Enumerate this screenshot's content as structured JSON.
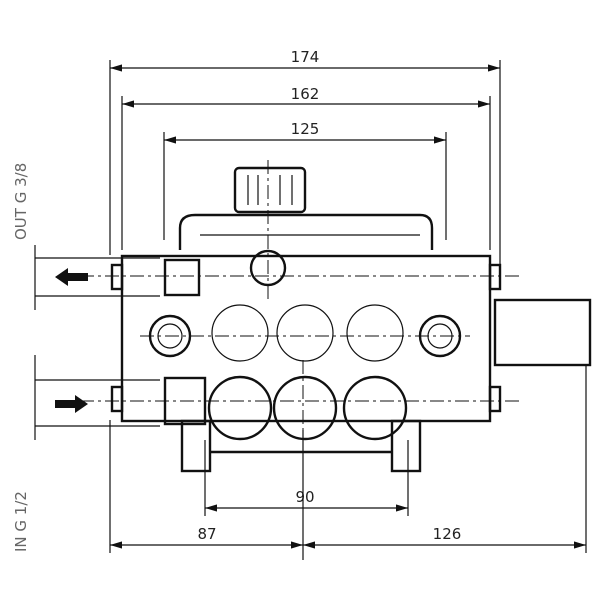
{
  "dimensions": {
    "overall_width": "174",
    "mount_width": "162",
    "body_width": "125",
    "piston_spacing": "90",
    "left_offset": "87",
    "right_offset": "126"
  },
  "ports": {
    "outlet_label": "OUT  G  3/8",
    "inlet_label": "IN  G  1/2"
  }
}
